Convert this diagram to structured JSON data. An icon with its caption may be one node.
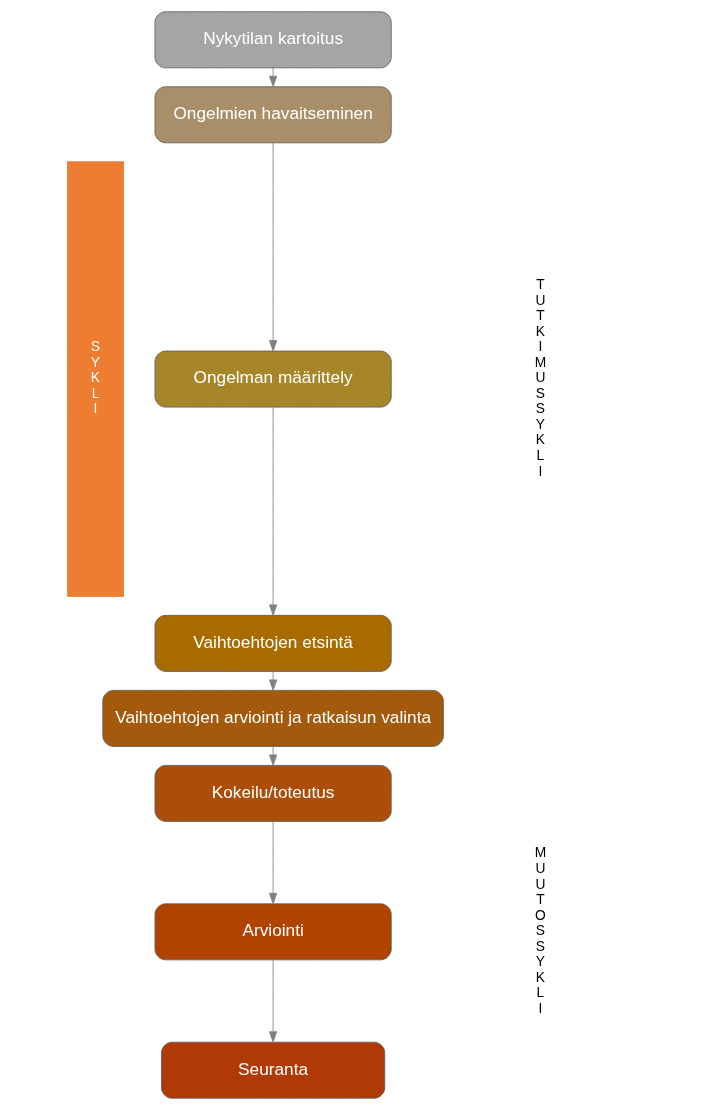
{
  "diagram": {
    "nodes": [
      {
        "text": [
          "Nykytilan kartoitus"
        ]
      },
      {
        "text": [
          "Ongelmien havaitseminen"
        ]
      },
      {
        "text": [
          "Ongelman määrittely"
        ]
      },
      {
        "text": [
          "Vaihtoehtojen etsintä"
        ]
      },
      {
        "text": [
          "Vaihtoehtojen arviointi ja ratkaisun valinta"
        ]
      },
      {
        "text": [
          "Kokeilu/toteutus"
        ]
      },
      {
        "text": [
          "Arviointi"
        ]
      },
      {
        "text": [
          "Seuranta"
        ]
      },
      {
        "text": [
          "S Y K L I"
        ]
      }
    ],
    "edges": [
      {
        "from": 0,
        "to": 1,
        "arrow": "to"
      },
      {
        "from": 1,
        "to": 2,
        "arrow": "to"
      },
      {
        "from": 2,
        "to": 3,
        "arrow": "to"
      },
      {
        "from": 3,
        "to": 4,
        "arrow": "to"
      },
      {
        "from": 4,
        "to": 5,
        "arrow": "to"
      },
      {
        "from": 5,
        "to": 6,
        "arrow": "to"
      },
      {
        "from": 6,
        "to": 7,
        "arrow": "to"
      }
    ],
    "labels": [
      "T U T K I M U S S Y K L I",
      "M U U T O S S Y K L I"
    ]
  }
}
